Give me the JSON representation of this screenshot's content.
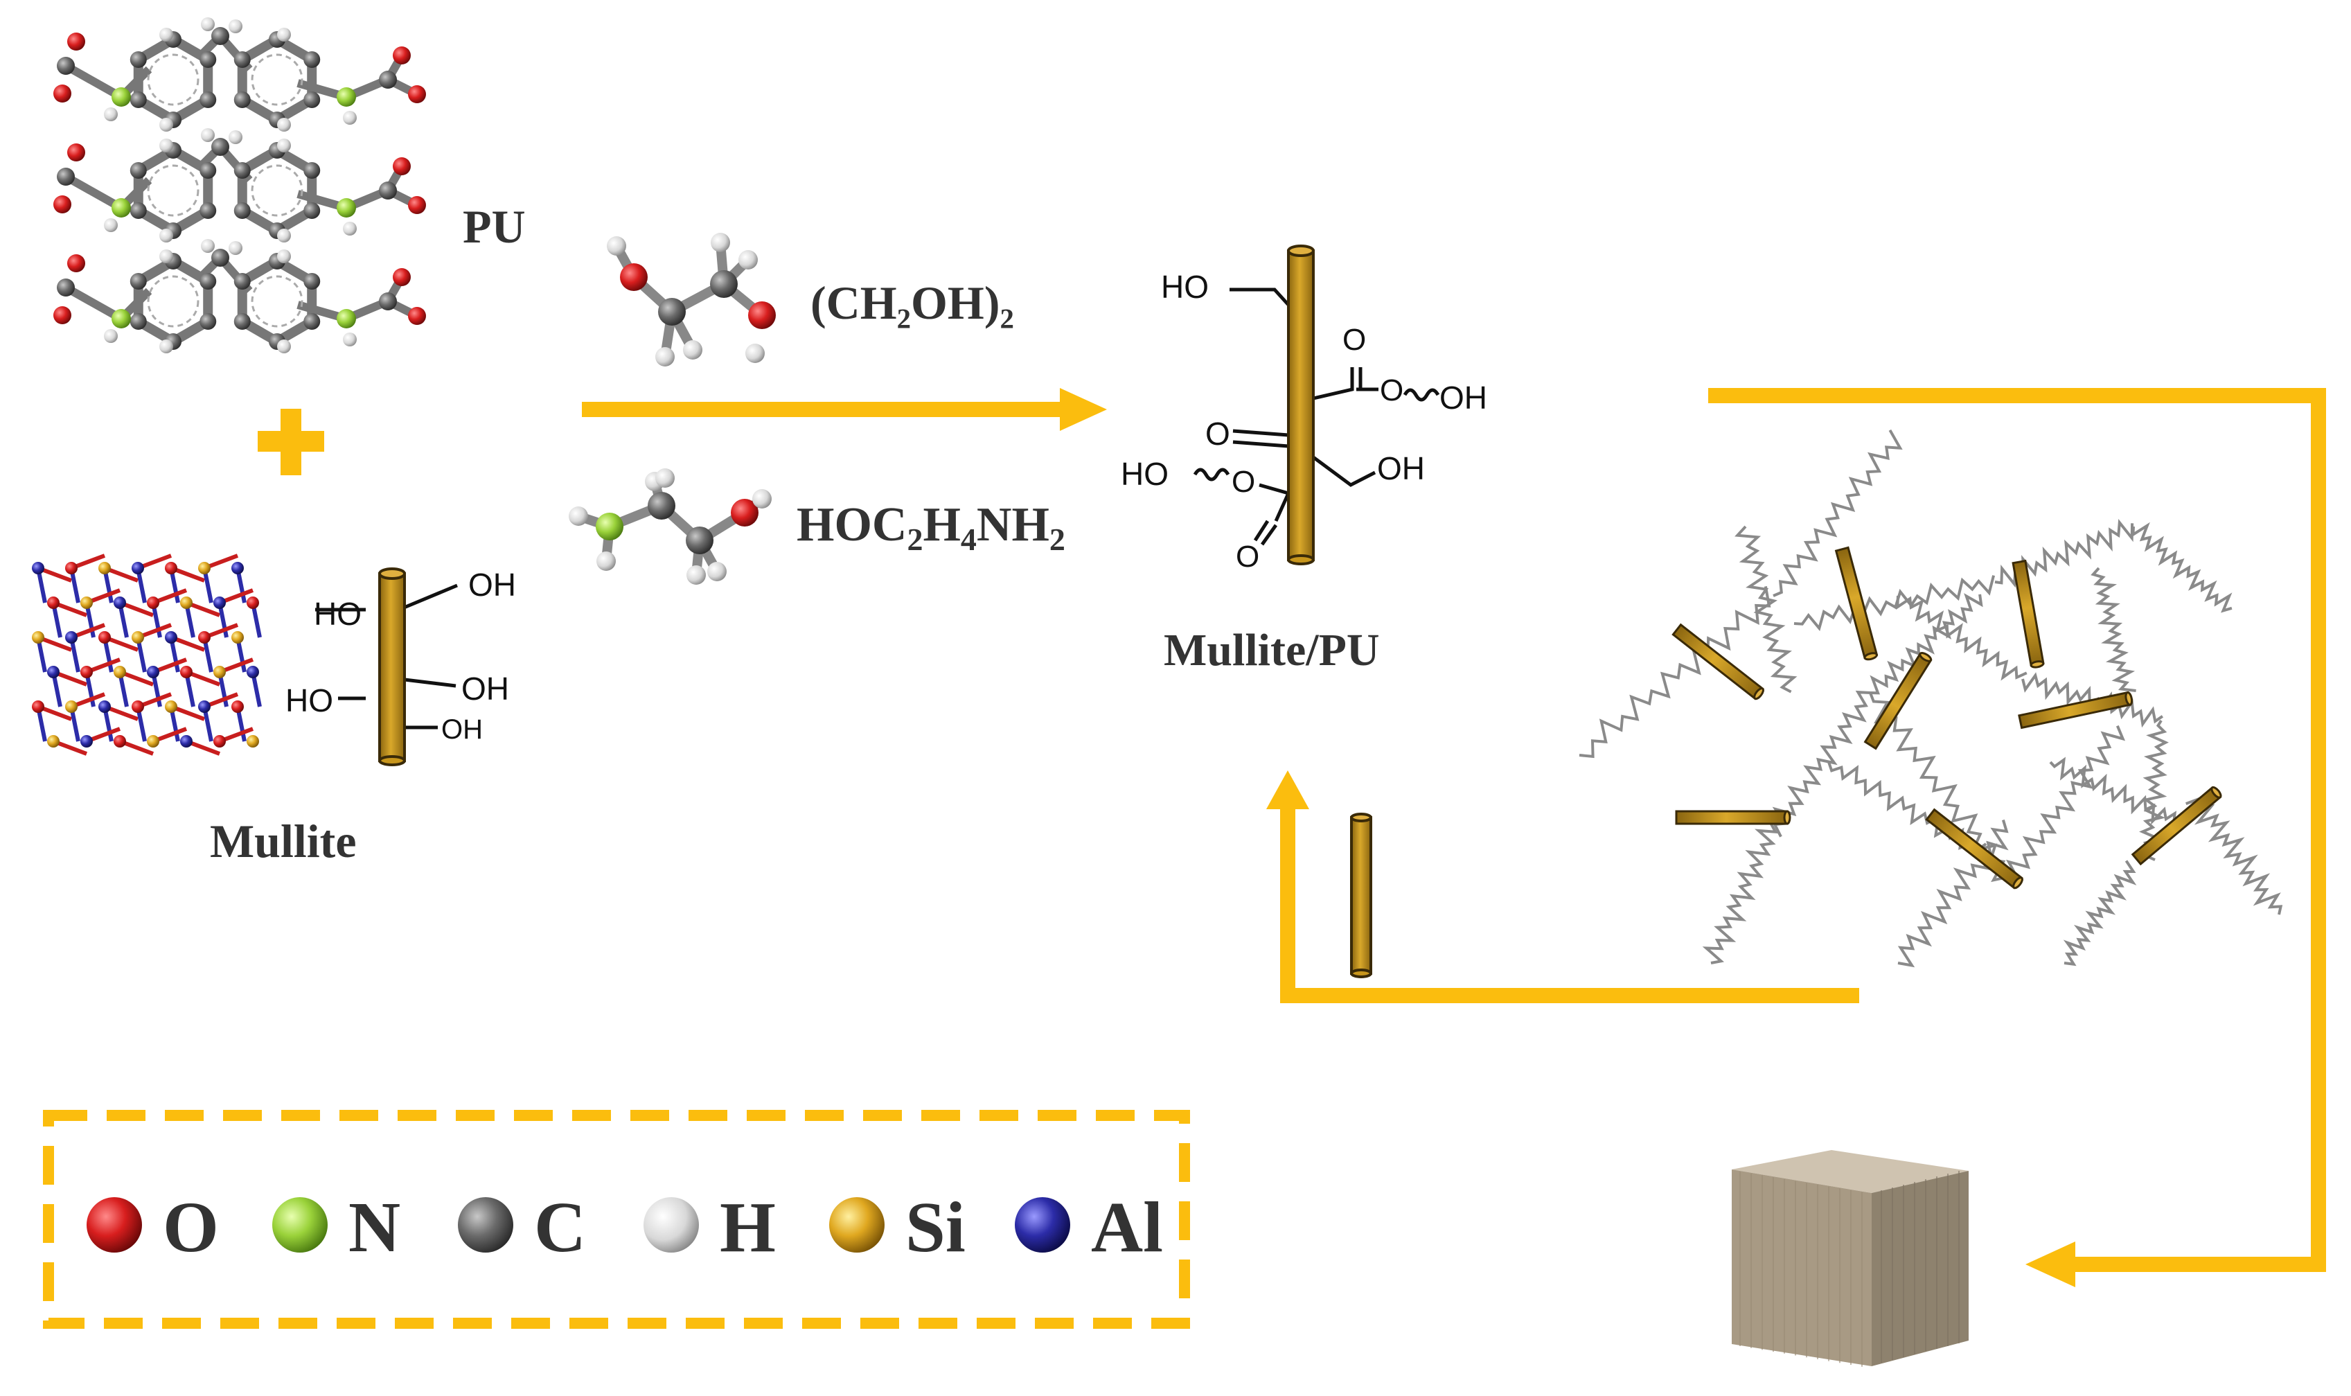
{
  "labels": {
    "pu": "PU",
    "mullite": "Mullite",
    "reagent1": "(CH₂OH)₂",
    "reagent2_parts": [
      "HOC",
      "2",
      "H",
      "4",
      "NH",
      "2"
    ],
    "product": "Mullite/PU"
  },
  "mullite_groups": [
    "HO",
    "OH",
    "HO",
    "OH",
    "OH"
  ],
  "product_groups": [
    "HO",
    "O",
    "O",
    "OH",
    "O",
    "HO",
    "O",
    "O",
    "OH"
  ],
  "legend": [
    {
      "symbol": "O",
      "color": "#d81e1e"
    },
    {
      "symbol": "N",
      "color": "#9ad23a"
    },
    {
      "symbol": "C",
      "color": "#6b6b6b"
    },
    {
      "symbol": "H",
      "color": "#d8d8d8"
    },
    {
      "symbol": "Si",
      "color": "#e0a820"
    },
    {
      "symbol": "Al",
      "color": "#2c2ca8"
    }
  ],
  "colors": {
    "arrow": "#fbbd0e",
    "rod": "#c8961c",
    "rod_edge": "#3a2a08",
    "atom_c": "#6b6b6b",
    "atom_o": "#d81e1e",
    "atom_n": "#9ad23a",
    "atom_h": "#d8d8d8",
    "atom_al": "#2c2ca8",
    "cube": "#b0a28c"
  }
}
